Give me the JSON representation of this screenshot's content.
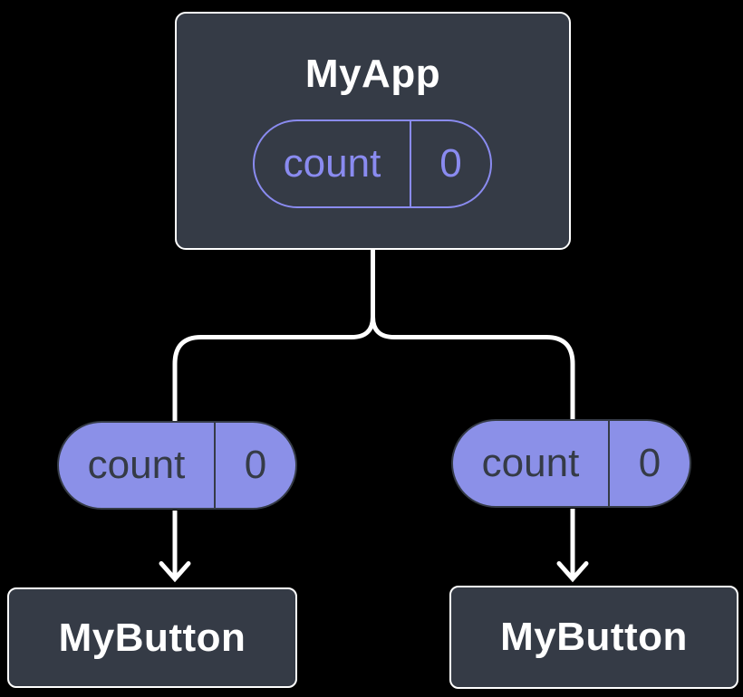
{
  "tree": {
    "root": {
      "title": "MyApp",
      "state": {
        "label": "count",
        "value": "0"
      }
    },
    "children": [
      {
        "title": "MyButton",
        "prop": {
          "label": "count",
          "value": "0"
        }
      },
      {
        "title": "MyButton",
        "prop": {
          "label": "count",
          "value": "0"
        }
      }
    ]
  },
  "colors": {
    "background": "#000000",
    "node_fill": "#353B46",
    "node_border": "#FFFFFF",
    "accent_purple": "#8A8BF0",
    "pill_fill": "#8B90E8",
    "pill_text_dark": "#353B46",
    "connector_line": "#FFFFFF"
  }
}
